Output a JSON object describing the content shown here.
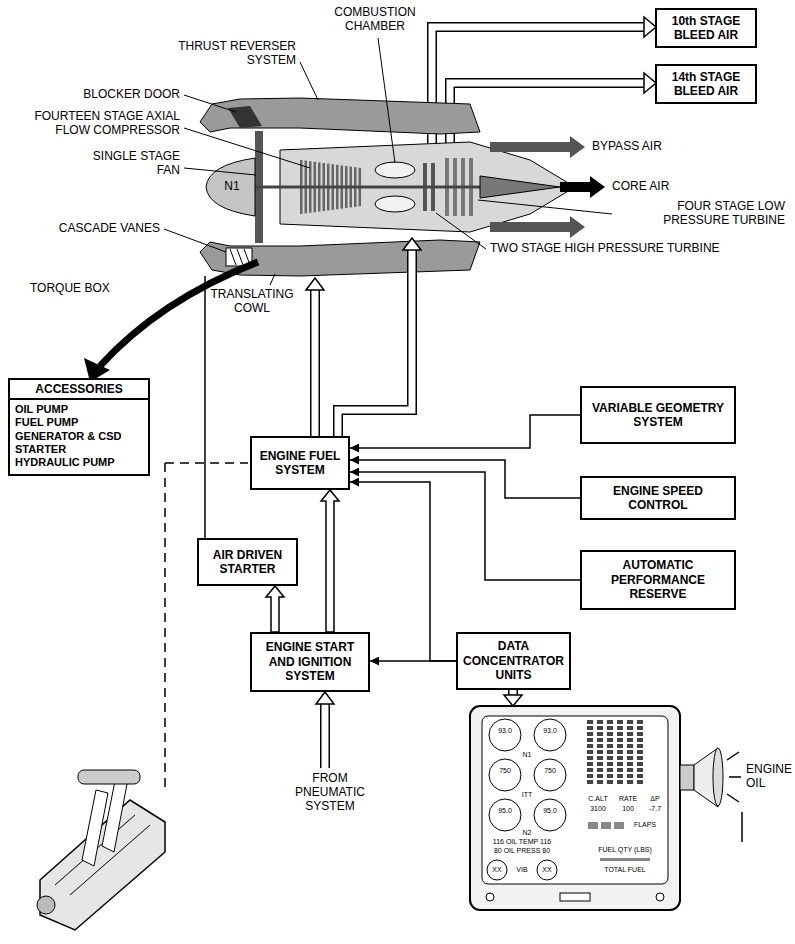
{
  "diagram": {
    "nodes": [
      {
        "text": [
          "10th STAGE BLEED AIR"
        ]
      },
      {
        "text": [
          "14th STAGE BLEED AIR"
        ]
      },
      {
        "text": [
          "ACCESSORIES",
          "OIL PUMP",
          "FUEL PUMP",
          "GENERATOR & CSD",
          "STARTER",
          "HYDRAULIC PUMP"
        ]
      },
      {
        "text": [
          "VARIABLE GEOMETRY SYSTEM"
        ]
      },
      {
        "text": [
          "ENGINE FUEL SYSTEM"
        ]
      },
      {
        "text": [
          "ENGINE SPEED CONTROL"
        ]
      },
      {
        "text": [
          "AUTOMATIC PERFORMANCE RESERVE"
        ]
      },
      {
        "text": [
          "AIR DRIVEN STARTER"
        ]
      },
      {
        "text": [
          "ENGINE START AND IGNITION SYSTEM"
        ]
      },
      {
        "text": [
          "DATA CONCENTRATOR UNITS"
        ]
      }
    ],
    "edges": [
      {
        "from": 3,
        "to": 4,
        "arrow": "to"
      },
      {
        "from": 5,
        "to": 4,
        "arrow": "to"
      },
      {
        "from": 6,
        "to": 4,
        "arrow": "to"
      },
      {
        "from": 9,
        "to": 4,
        "arrow": "to"
      },
      {
        "from": 9,
        "to": 8,
        "arrow": "to"
      },
      {
        "from": 8,
        "to": 7,
        "arrow": "to"
      },
      {
        "from": 8,
        "to": 4,
        "arrow": "to"
      }
    ],
    "labels": [
      "COMBUSTION CHAMBER",
      "THRUST REVERSER SYSTEM",
      "BLOCKER DOOR",
      "FOURTEEN STAGE AXIAL FLOW COMPRESSOR",
      "N1",
      "BYPASS AIR",
      "SINGLE STAGE FAN",
      "CORE AIR",
      "FOUR STAGE LOW PRESSURE TURBINE",
      "CASCADE VANES",
      "TWO STAGE HIGH PRESSURE TURBINE",
      "TORQUE BOX",
      "TRANSLATING COWL",
      "FROM PNEUMATIC SYSTEM",
      "ENGINE OIL",
      "93.0",
      "93.0",
      "N1",
      "750",
      "750",
      "ITT",
      "95.0",
      "95.0",
      "N2",
      "C.ALT",
      "RATE",
      "ΔP",
      "3100",
      "100",
      "-7.7",
      "116 OIL TEMP 116",
      "80 OIL PRESS 80",
      "FLAPS",
      "FUEL QTY (LBS)",
      "TOTAL FUEL",
      "XX",
      "VIB",
      "XX"
    ]
  }
}
